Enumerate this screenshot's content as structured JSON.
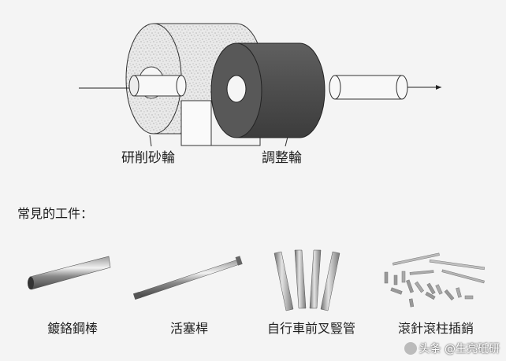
{
  "diagram": {
    "grinding_wheel_label": "研削砂輪",
    "regulating_wheel_label": "調整輪"
  },
  "section_title": "常見的工件：",
  "workpieces": [
    {
      "label": "鍍鉻鋼棒"
    },
    {
      "label": "活塞桿"
    },
    {
      "label": "自行車前叉豎管"
    },
    {
      "label": "滾針滾柱插銷"
    }
  ],
  "watermark": {
    "text": "头条 @生亮砥研"
  },
  "colors": {
    "background": "#f4f4f4",
    "regulating_wheel": "#555555",
    "grinding_wheel": "#e6e6e6",
    "workpiece_tube": "#f8f8f8"
  }
}
